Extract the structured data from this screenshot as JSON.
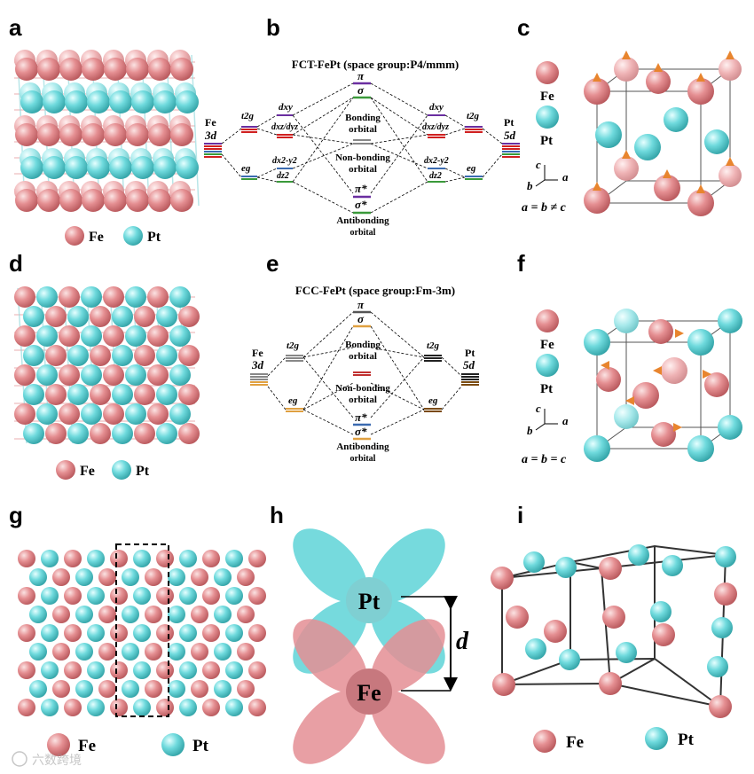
{
  "panels": {
    "a": {
      "label": "a",
      "legend": {
        "fe": "Fe",
        "pt": "Pt"
      }
    },
    "b": {
      "label": "b",
      "title": "FCT-FePt (space group:P4/mmm)",
      "left_atom": "Fe",
      "left_orbital": "3d",
      "right_atom": "Pt",
      "right_orbital": "5d",
      "t2g": "t2g",
      "eg": "eg",
      "dxy": "dxy",
      "dxz_dyz": "dxz/dyz",
      "dx2y2": "dx2-y2",
      "dz2": "dz2",
      "pi": "π",
      "sigma": "σ",
      "bonding": [
        "Bonding",
        "orbital"
      ],
      "nonbonding": [
        "Non-bonding",
        "orbital"
      ],
      "pi_star": "π*",
      "sigma_star": "σ*",
      "antibonding": [
        "Antibonding",
        "orbital"
      ]
    },
    "c": {
      "label": "c",
      "legend": {
        "fe": "Fe",
        "pt": "Pt"
      },
      "axes": {
        "c": "c",
        "a": "a",
        "b": "b"
      },
      "relation": "a = b ≠ c"
    },
    "d": {
      "label": "d",
      "legend": {
        "fe": "Fe",
        "pt": "Pt"
      }
    },
    "e": {
      "label": "e",
      "title": "FCC-FePt (space group:Fm-3m)",
      "left_atom": "Fe",
      "left_orbital": "3d",
      "right_atom": "Pt",
      "right_orbital": "5d",
      "t2g": "t2g",
      "eg": "eg",
      "pi": "π",
      "sigma": "σ",
      "bonding": [
        "Bonding",
        "orbital"
      ],
      "nonbonding": [
        "Non-bonding",
        "orbital"
      ],
      "pi_star": "π*",
      "sigma_star": "σ*",
      "antibonding": [
        "Antibonding",
        "orbital"
      ]
    },
    "f": {
      "label": "f",
      "legend": {
        "fe": "Fe",
        "pt": "Pt"
      },
      "axes": {
        "c": "c",
        "a": "a",
        "b": "b"
      },
      "relation": "a = b = c"
    },
    "g": {
      "label": "g",
      "legend": {
        "fe": "Fe",
        "pt": "Pt"
      }
    },
    "h": {
      "label": "h",
      "top": "Pt",
      "bottom": "Fe",
      "distance": "d"
    },
    "i": {
      "label": "i",
      "legend": {
        "fe": "Fe",
        "pt": "Pt"
      }
    }
  },
  "watermark": "六数跨境",
  "colors": {
    "fe": "#d97a7d",
    "pt": "#5ccfd2",
    "arrow": "#e8852e",
    "lobe_pt": "#5fd4d8",
    "lobe_fe": "#e58f95"
  }
}
